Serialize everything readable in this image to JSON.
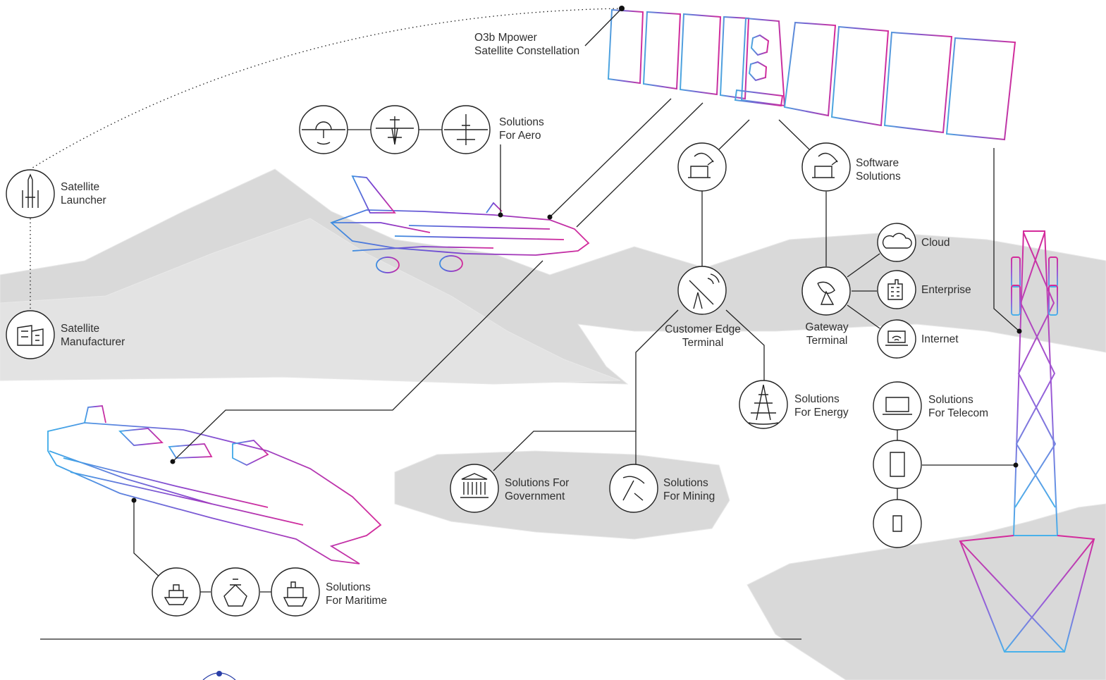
{
  "constellation": {
    "line1": "O3b Mpower",
    "line2": "Satellite Constellation"
  },
  "launcher": {
    "line1": "Satellite",
    "line2": "Launcher",
    "icon": "rocket-launch-icon"
  },
  "manufacturer": {
    "line1": "Satellite",
    "line2": "Manufacturer",
    "icon": "factory-icon"
  },
  "aero": {
    "line1": "Solutions",
    "line2": "For Aero",
    "icons": [
      "helicopter-icon",
      "business-jet-icon",
      "airliner-icon"
    ]
  },
  "software": {
    "line1": "Software",
    "line2": "Solutions",
    "icon": "satellite-dish-laptop-icon"
  },
  "edge_terminal": {
    "line1": "Customer Edge",
    "line2": "Terminal",
    "icon": "flat-panel-antenna-icon"
  },
  "gateway": {
    "line1": "Gateway",
    "line2": "Terminal",
    "icon": "gateway-dish-icon"
  },
  "cloud": {
    "label": "Cloud",
    "icon": "cloud-icon"
  },
  "enterprise": {
    "label": "Enterprise",
    "icon": "office-building-icon"
  },
  "internet": {
    "label": "Internet",
    "icon": "wifi-laptop-icon"
  },
  "energy": {
    "line1": "Solutions",
    "line2": "For Energy",
    "icon": "oil-rig-icon"
  },
  "telecom": {
    "line1": "Solutions",
    "line2": "For Telecom",
    "icons": [
      "laptop-icon",
      "tablet-icon",
      "phone-icon"
    ]
  },
  "government": {
    "line1": "Solutions For",
    "line2": "Government",
    "icon": "government-building-icon"
  },
  "mining": {
    "line1": "Solutions",
    "line2": "For Mining",
    "icon": "pickaxe-icon"
  },
  "maritime": {
    "line1": "Solutions",
    "line2": "For Maritime",
    "icons": [
      "ferry-icon",
      "cruise-ship-icon",
      "cargo-ship-icon"
    ]
  },
  "colors": {
    "magenta": "#d42a9a",
    "blue": "#4aa7e0",
    "purple": "#7a4fc8",
    "ground": "#d9d9d9",
    "line": "#222222"
  }
}
